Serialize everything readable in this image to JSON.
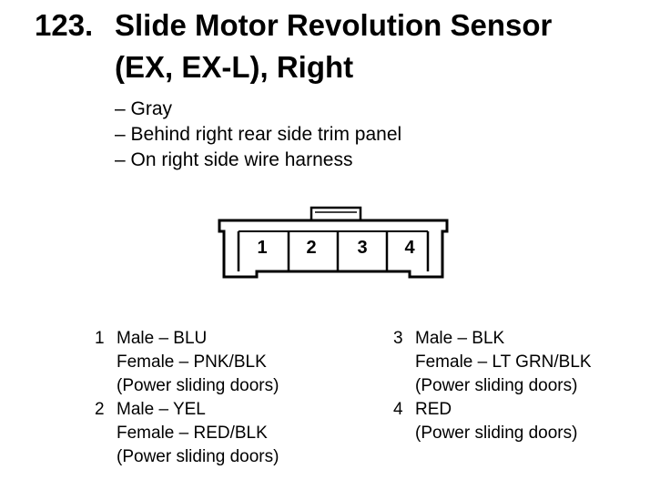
{
  "header": {
    "number": "123.",
    "title_line1": "Slide Motor Revolution Sensor",
    "title_line2": "(EX, EX-L), Right"
  },
  "info": [
    "– Gray",
    "– Behind right rear side trim panel",
    "– On right side wire harness"
  ],
  "connector": {
    "terminals": [
      "1",
      "2",
      "3",
      "4"
    ]
  },
  "pins": [
    {
      "num": "1",
      "lines": [
        "Male – BLU",
        "Female – PNK/BLK",
        "(Power sliding doors)"
      ]
    },
    {
      "num": "2",
      "lines": [
        "Male – YEL",
        "Female – RED/BLK",
        "(Power sliding doors)"
      ]
    },
    {
      "num": "3",
      "lines": [
        "Male – BLK",
        "Female – LT GRN/BLK",
        "(Power sliding doors)"
      ]
    },
    {
      "num": "4",
      "lines": [
        "RED",
        "(Power sliding doors)"
      ]
    }
  ]
}
